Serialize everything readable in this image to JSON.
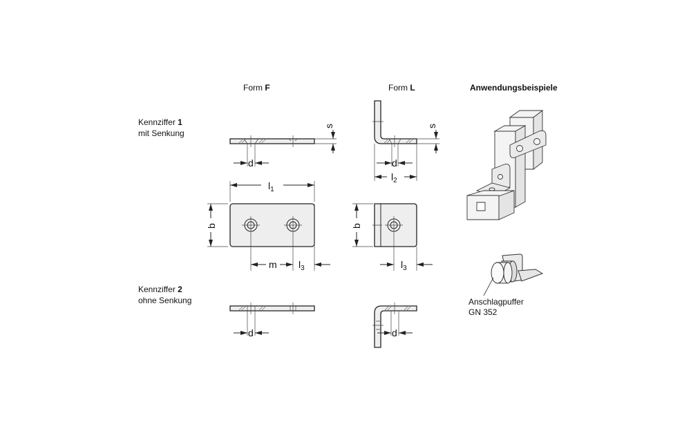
{
  "headers": {
    "form_f_prefix": "Form ",
    "form_f_letter": "F",
    "form_l_prefix": "Form ",
    "form_l_letter": "L",
    "examples": "Anwendungsbeispiele"
  },
  "rows": [
    {
      "label_prefix": "Kennziffer ",
      "label_number": "1",
      "sublabel": "mit Senkung"
    },
    {
      "label_prefix": "Kennziffer ",
      "label_number": "2",
      "sublabel": "ohne Senkung"
    }
  ],
  "dimensions": {
    "s": "s",
    "d": "d",
    "b": "b",
    "m": "m",
    "l": "l",
    "sub1": "1",
    "sub2": "2",
    "sub3": "3"
  },
  "example_caption": {
    "line1": "Anschlagpuffer",
    "line2": "GN 352"
  }
}
